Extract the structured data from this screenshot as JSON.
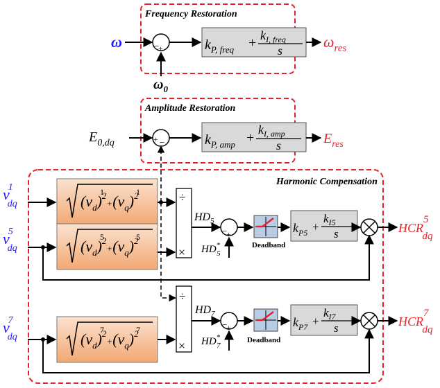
{
  "sections": {
    "frequency_restoration": "Frequency Restoration",
    "amplitude_restoration": "Amplitude Restoration",
    "harmonic_compensation": "Harmonic Compensation"
  },
  "frequency": {
    "input": "ω",
    "reference": "ω",
    "reference_sub": "0",
    "sum_minus": "−",
    "sum_plus": "+",
    "pi_kp": "k",
    "pi_kp_sub": "P, freq",
    "pi_plus": "+",
    "pi_ki": "k",
    "pi_ki_sub": "I, freq",
    "pi_s": "s",
    "output": "ω",
    "output_sub": "res"
  },
  "amplitude": {
    "input": "E",
    "input_sub": "0,dq",
    "sum_plus": "+",
    "sum_minus": "−",
    "pi_kp": "k",
    "pi_kp_sub": "P, amp",
    "pi_plus": "+",
    "pi_ki": "k",
    "pi_ki_sub": "I, amp",
    "pi_s": "s",
    "output": "E",
    "output_sub": "res"
  },
  "harmonic": {
    "v1": {
      "base": "v",
      "sub": "dq",
      "sup": "1"
    },
    "v5": {
      "base": "v",
      "sub": "dq",
      "sup": "5"
    },
    "v7": {
      "base": "v",
      "sub": "dq",
      "sup": "7"
    },
    "mag_var_d": "v",
    "mag_var_q": "v",
    "mag_sub_d": "d",
    "mag_sub_q": "q",
    "mag_exp": "2",
    "mag_plus": "+",
    "sup1": "1",
    "sup5": "5",
    "sup7": "7",
    "divide": "÷",
    "multiply": "×",
    "hd5": "HD",
    "hd5_sub": "5",
    "hd5_ref": "HD",
    "hd5_ref_sup": "*",
    "hd5_ref_sub": "5",
    "hd7": "HD",
    "hd7_sub": "7",
    "hd7_ref": "HD",
    "hd7_ref_sup": "*",
    "hd7_ref_sub": "7",
    "deadband": "Deadband",
    "pi5_kp": "k",
    "pi5_kp_sub": "P5",
    "pi5_plus": "+",
    "pi5_ki": "k",
    "pi5_ki_sub": "I5",
    "pi5_s": "s",
    "pi7_kp": "k",
    "pi7_kp_sub": "P7",
    "pi7_plus": "+",
    "pi7_ki": "k",
    "pi7_ki_sub": "I7",
    "pi7_s": "s",
    "mult_symbol": "⊗",
    "out5": "HCR",
    "out5_sup": "5",
    "out5_sub": "dq",
    "out7": "HCR",
    "out7_sup": "7",
    "out7_sub": "dq",
    "sum_minus": "−",
    "sum_plus": "+"
  },
  "colors": {
    "input": "#1a1aff",
    "output": "#e8202a",
    "frame": "#e8202a",
    "pi_fill": "#d9d9d9",
    "mag_fill_top": "#fbe3cf",
    "mag_fill_bottom": "#f2a874",
    "deadband_fill": "#b8cce4",
    "deadband_line": "#e8202a"
  }
}
